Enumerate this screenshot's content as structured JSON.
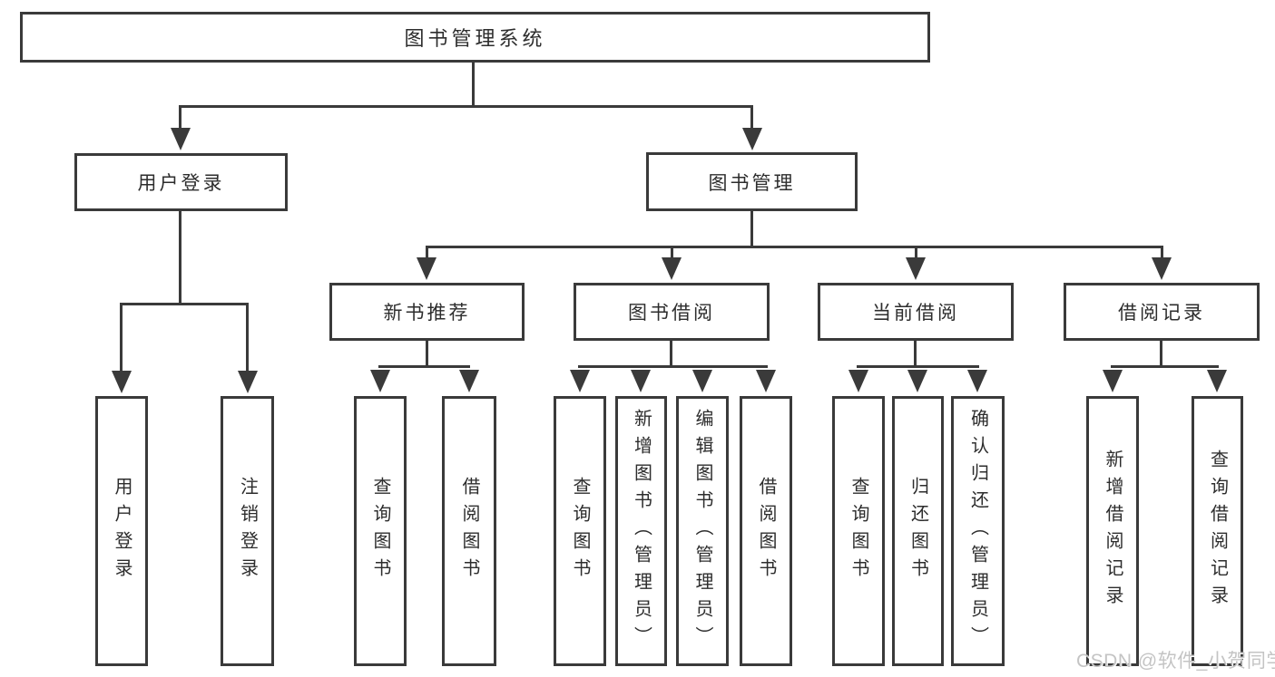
{
  "diagram": {
    "root": "图书管理系统",
    "branches": [
      {
        "label": "用户登录",
        "children": [
          "用户登录",
          "注销登录"
        ]
      },
      {
        "label": "图书管理",
        "sections": [
          {
            "label": "新书推荐",
            "children": [
              "查询图书",
              "借阅图书"
            ]
          },
          {
            "label": "图书借阅",
            "children": [
              "查询图书",
              "新增图书（管理员）",
              "编辑图书（管理员）",
              "借阅图书"
            ]
          },
          {
            "label": "当前借阅",
            "children": [
              "查询图书",
              "归还图书",
              "确认归还（管理员）"
            ]
          },
          {
            "label": "借阅记录",
            "children": [
              "新增借阅记录",
              "查询借阅记录"
            ]
          }
        ]
      }
    ]
  },
  "watermark": {
    "text": "CSDN @软件_小贺同学"
  },
  "colors": {
    "line": "#3a3a3a",
    "text": "#2d2d2d",
    "background": "#ffffff",
    "watermark": "#c4c4c4"
  }
}
